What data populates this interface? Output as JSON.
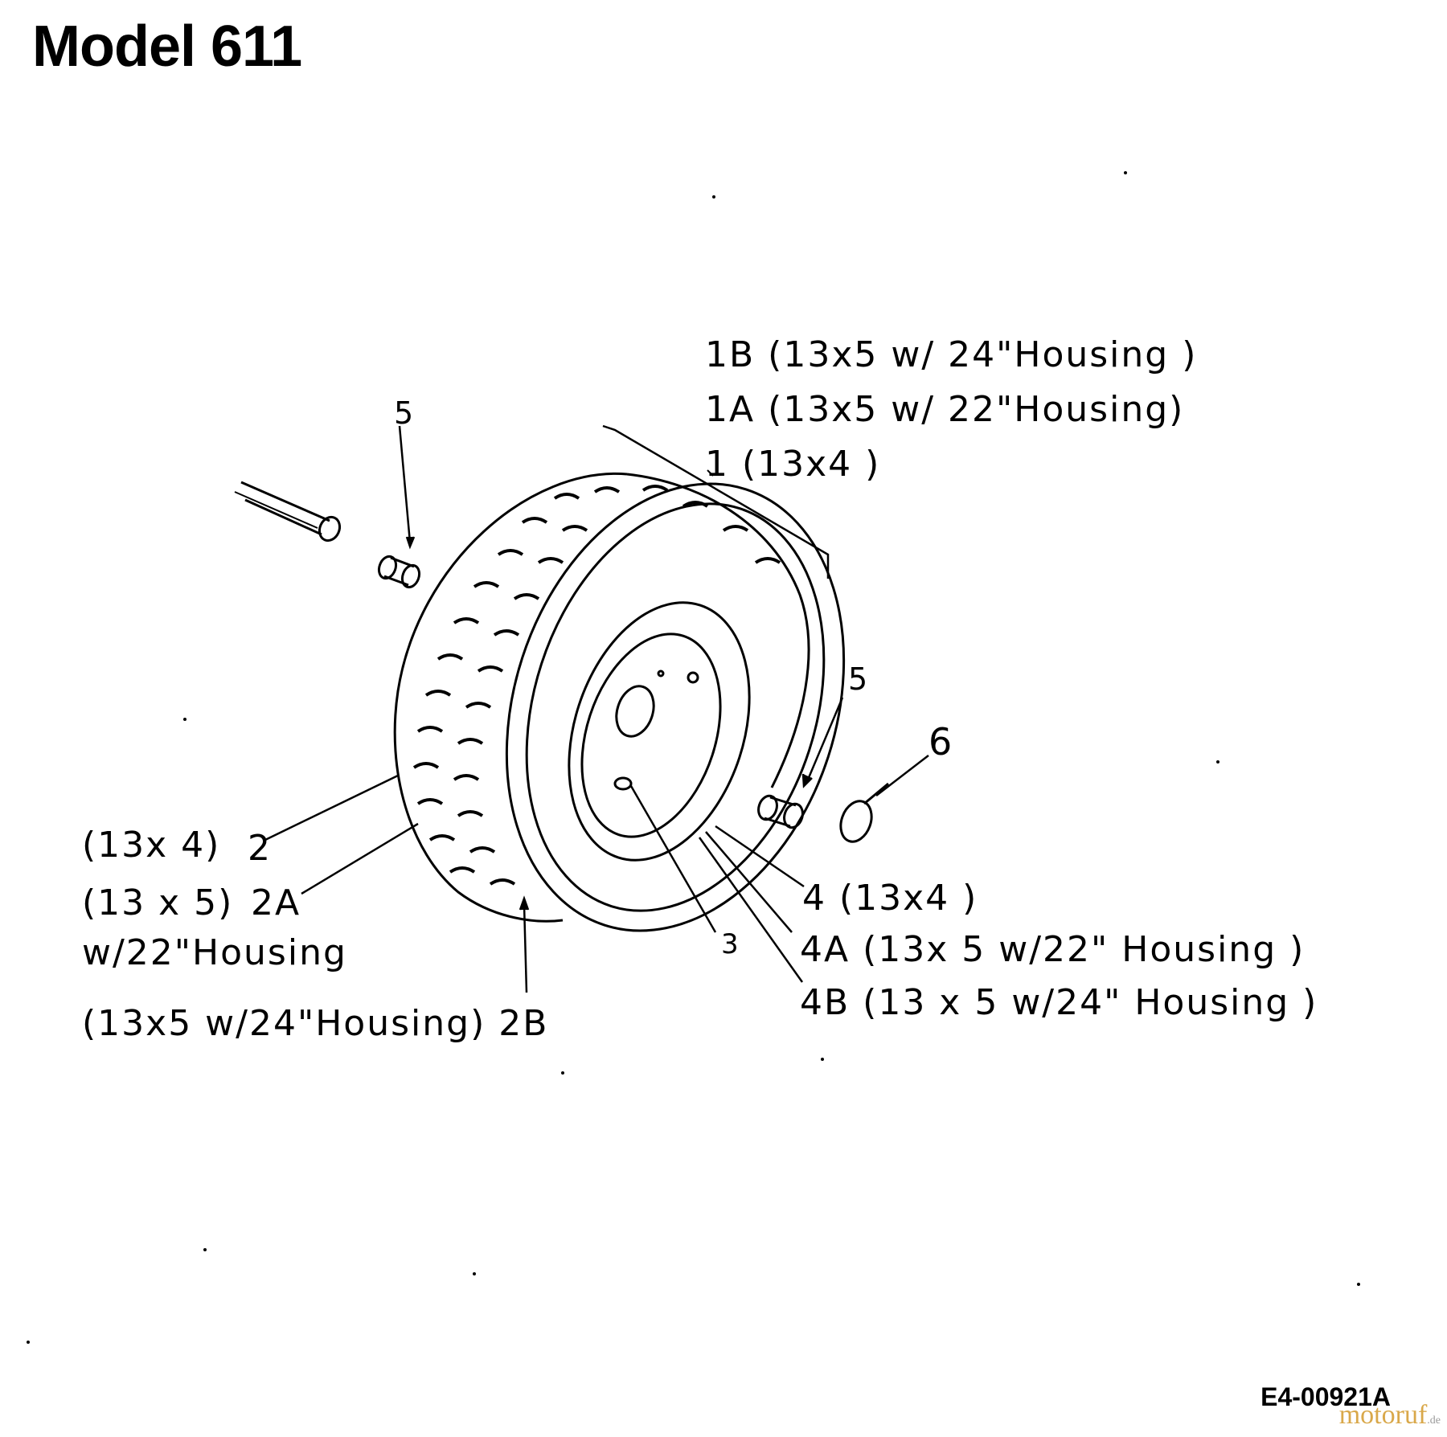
{
  "title": "Model 611",
  "labels": {
    "part_1B": "1B  (13x5   w/ 24\"Housing )",
    "part_1A": "1A  (13x5   w/ 22\"Housing)",
    "part_1": "1      (13x4   )",
    "part_5_left": "5",
    "part_5_right": "5",
    "part_6": "6",
    "part_2_size": "(13x 4)",
    "part_2": "2",
    "part_2A_size": "(13 x 5)",
    "part_2A": "2A",
    "part_2A_note": "w/22\"Housing",
    "part_2B": "(13x5   w/24\"Housing)  2B",
    "part_3": "3",
    "part_4": "4  (13x4 )",
    "part_4A": "4A (13x 5 w/22\" Housing )",
    "part_4B": "4B (13 x 5 w/24\" Housing )"
  },
  "drawing_code": "E4-00921A",
  "watermark": {
    "text": "motoruf",
    "suffix": ".de",
    "color": "#d9a84a"
  }
}
